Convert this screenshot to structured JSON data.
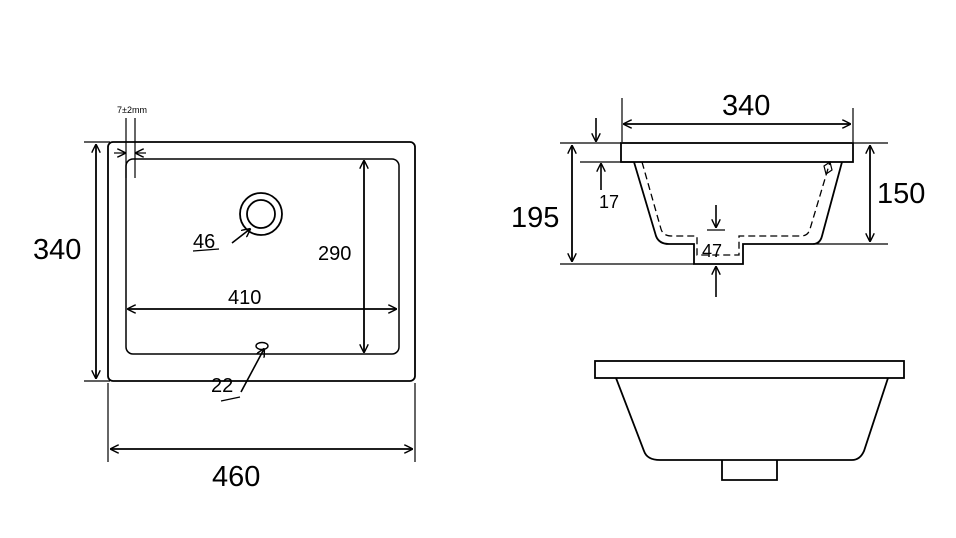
{
  "top_view": {
    "overall_width": "460",
    "overall_depth": "340",
    "bowl_width": "410",
    "bowl_depth": "290",
    "drain_diameter": "46",
    "overflow_size": "22",
    "rim_offset": "7±2mm"
  },
  "section_view": {
    "top_width": "340",
    "total_height": "195",
    "bowl_height": "150",
    "rim_thickness": "17",
    "drain_depth": "47"
  },
  "colors": {
    "line": "#000000",
    "background": "#ffffff"
  }
}
